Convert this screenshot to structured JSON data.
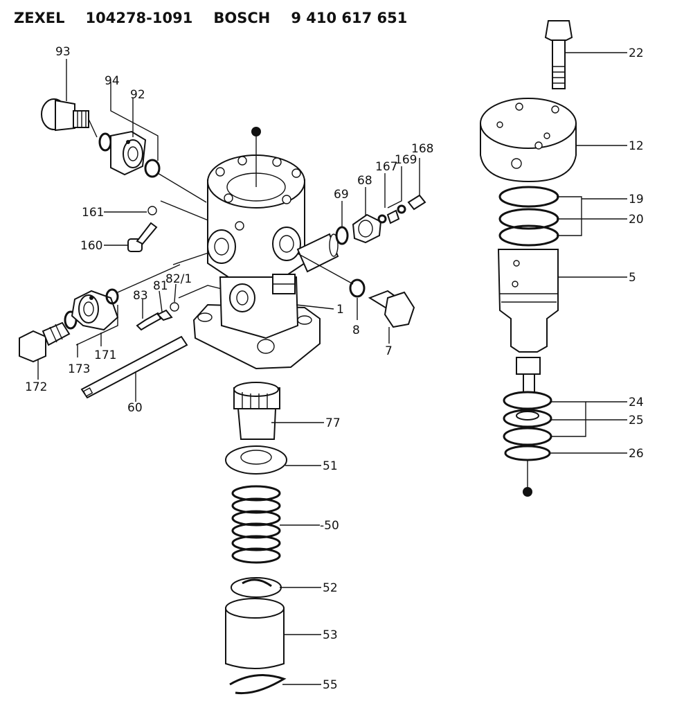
{
  "header": {
    "code1": "ZEXEL",
    "code2": "104278-1091",
    "code3": "BOSCH",
    "code4": "9 410 617 651"
  },
  "labels": {
    "p93": "93",
    "p94": "94",
    "p92": "92",
    "p161": "161",
    "p160": "160",
    "p83": "83",
    "p81": "81",
    "p82_1": "82/1",
    "p172": "172",
    "p173": "173",
    "p171": "171",
    "p60": "60",
    "p69": "69",
    "p68": "68",
    "p167": "167",
    "p169": "169",
    "p168": "168",
    "p1": "1",
    "p8": "8",
    "p7": "7",
    "p77": "77",
    "p51": "51",
    "p50": "-50",
    "p52": "52",
    "p53": "53",
    "p55": "55",
    "p22": "22",
    "p12": "12",
    "p19": "19",
    "p20": "20",
    "p5": "5",
    "p24": "24",
    "p25": "25",
    "p26": "26"
  }
}
